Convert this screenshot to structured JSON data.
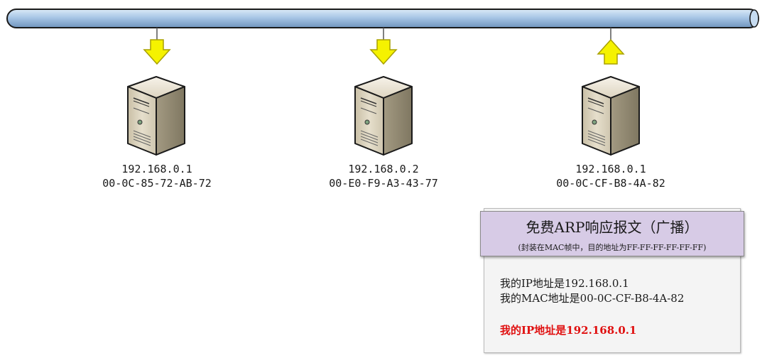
{
  "hosts": [
    {
      "ip": "192.168.0.1",
      "mac": "00-0C-85-72-AB-72",
      "arrow": "down-arrow"
    },
    {
      "ip": "192.168.0.2",
      "mac": "00-E0-F9-A3-43-77",
      "arrow": "down-arrow"
    },
    {
      "ip": "192.168.0.1",
      "mac": "00-0C-CF-B8-4A-82",
      "arrow": "up-arrow"
    }
  ],
  "packet": {
    "title": "免费ARP响应报文（广播）",
    "subtitle": "(封装在MAC帧中，目的地址为FF-FF-FF-FF-FF-FF)",
    "line1": "我的IP地址是192.168.0.1",
    "line2": "我的MAC地址是00-0C-CF-B8-4A-82",
    "line3": "我的IP地址是192.168.0.1"
  },
  "colors": {
    "bus": "#a8c6e6",
    "arrow": "#f5f200",
    "header_bg": "#d7cbe6",
    "highlight_text": "#e01010"
  }
}
